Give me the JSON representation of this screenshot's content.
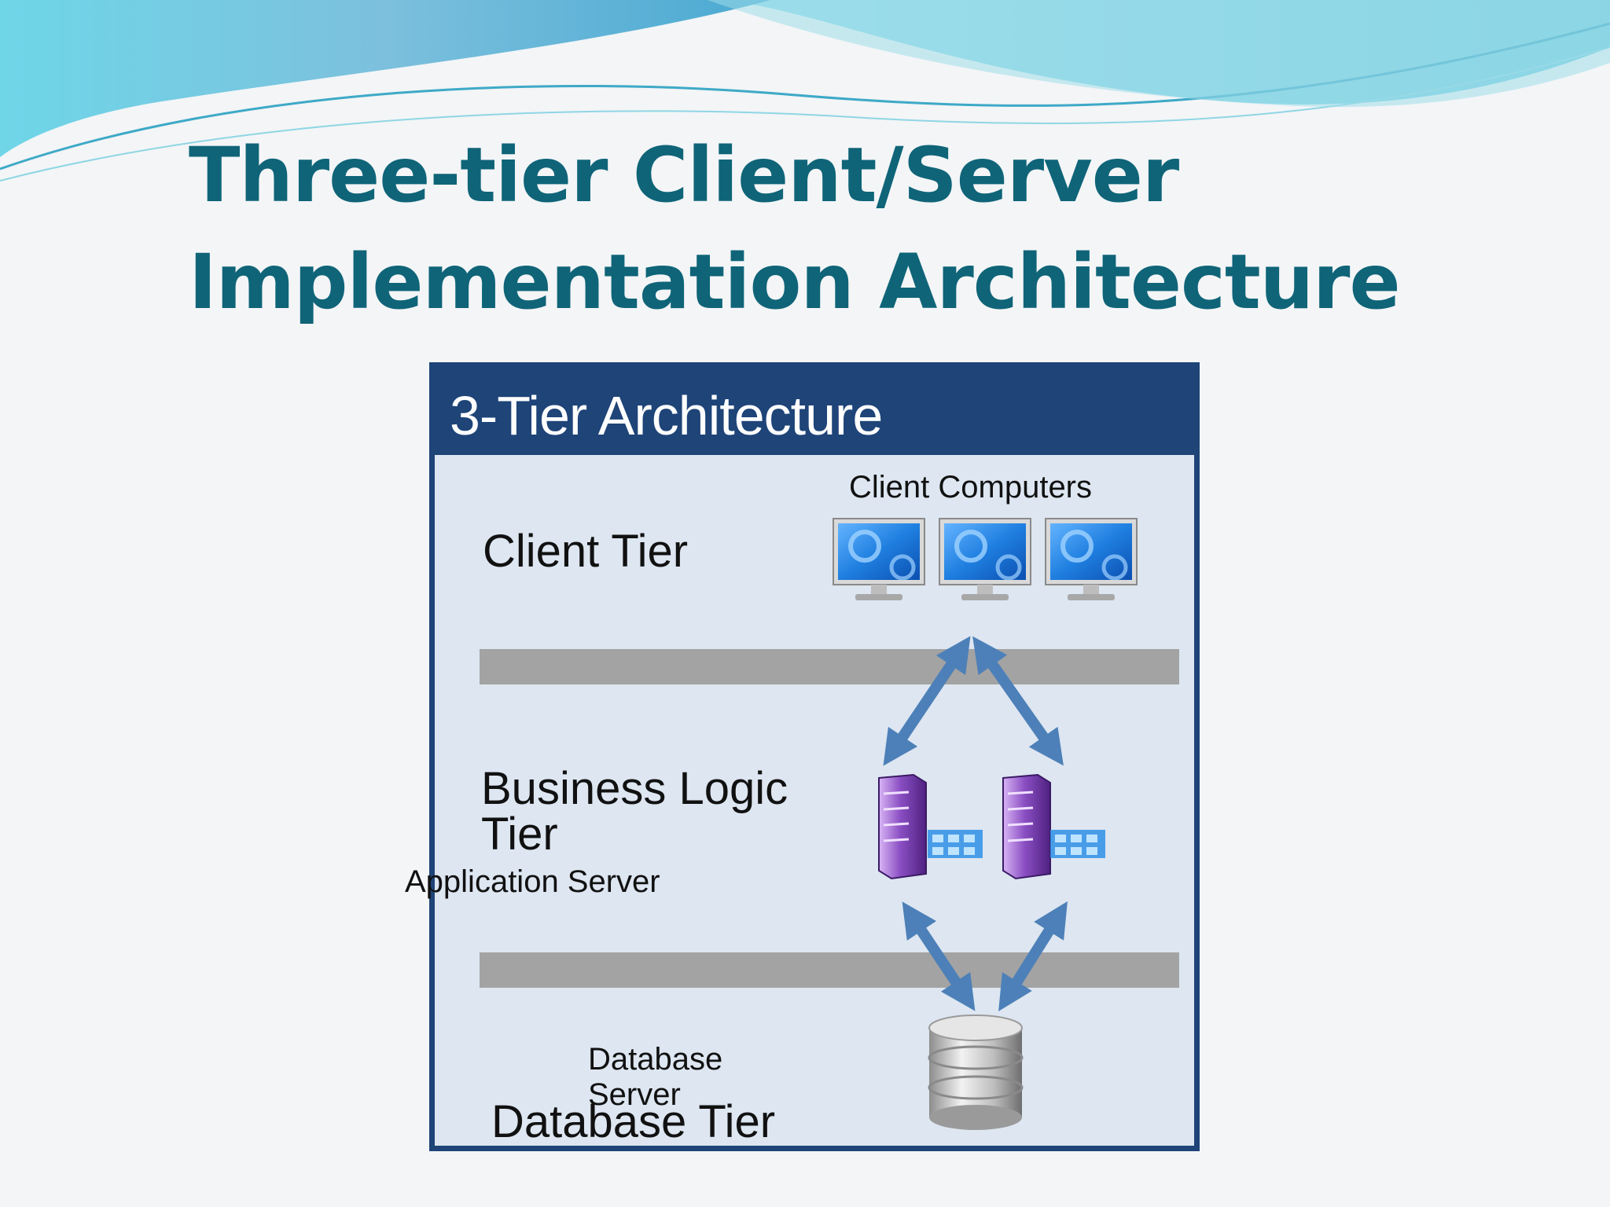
{
  "slide": {
    "title_line1": "Three-tier Client/Server",
    "title_line2": "Implementation Architecture"
  },
  "diagram": {
    "title": "3-Tier Architecture",
    "tiers": {
      "client": "Client Tier",
      "business": "Business Logic Tier",
      "database": "Database Tier"
    },
    "components": {
      "client_computers": "Client Computers",
      "application_server": "Application Server",
      "database_server": "Database Server"
    },
    "icons": {
      "monitor": "monitor-icon",
      "server": "server-rack-icon",
      "database": "database-cylinder-icon",
      "arrow": "double-headed-arrow"
    },
    "colors": {
      "title_text": "#0f6478",
      "frame": "#1e4478",
      "panel": "#dde6f1",
      "divider": "#a3a3a3",
      "arrow": "#4d80b8",
      "server": "#8b4fc3",
      "monitor": "#1f7fe0"
    }
  }
}
